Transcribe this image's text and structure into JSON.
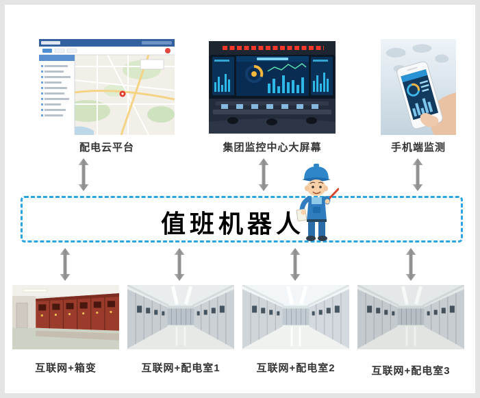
{
  "diagram": {
    "center_box": {
      "title": "值班机器人",
      "mascot": "worker-cartoon"
    },
    "top_nodes": [
      {
        "id": "cloud-platform",
        "label": "配电云平台",
        "image": "gis-map-screenshot"
      },
      {
        "id": "control-center",
        "label": "集团监控中心大屏幕",
        "image": "monitoring-center-photo"
      },
      {
        "id": "mobile-monitoring",
        "label": "手机端监测",
        "image": "hand-holding-smartphone-photo"
      }
    ],
    "bottom_nodes": [
      {
        "id": "box-transformer",
        "label": "互联网+箱变",
        "image": "red-transformer-cabinets-photo"
      },
      {
        "id": "distribution-room-1",
        "label": "互联网+配电室1",
        "image": "switchgear-room-photo"
      },
      {
        "id": "distribution-room-2",
        "label": "互联网+配电室2",
        "image": "switchgear-room-photo"
      },
      {
        "id": "distribution-room-3",
        "label": "互联网+配电室3",
        "image": "switchgear-room-photo"
      }
    ],
    "colors": {
      "background": "#ffffff",
      "frame_border": "#e4e4e4",
      "dashed_box_border": "#2ba4e4",
      "arrow": "#9c9c9c",
      "label_text": "#333333",
      "title_text": "#000000"
    }
  }
}
